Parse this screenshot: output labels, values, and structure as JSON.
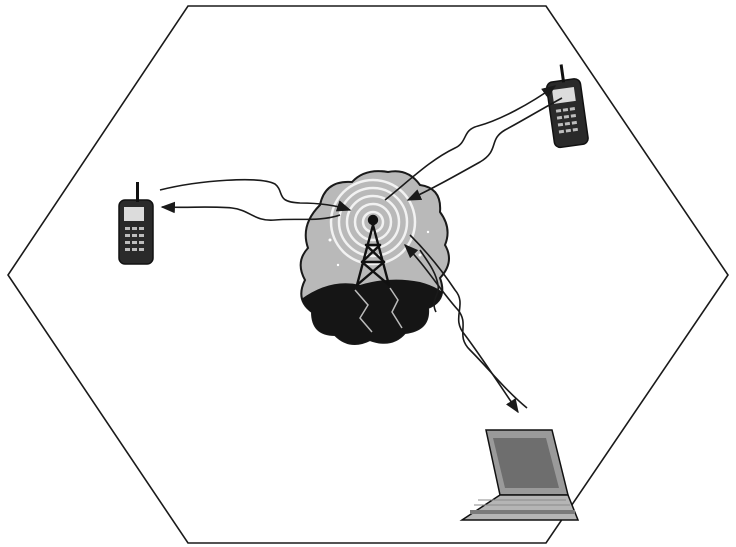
{
  "diagram": {
    "cell": {
      "shape": "hexagon",
      "outline_color": "#1a1a1a"
    },
    "base_station": {
      "icon": "cell-tower-icon",
      "cloud_color": "#b9b9b9",
      "ground_color": "#151515",
      "wave_color": "#f2f2f2"
    },
    "devices": [
      {
        "id": "phone-left",
        "icon": "mobile-phone-icon",
        "link": "bidirectional"
      },
      {
        "id": "phone-right",
        "icon": "mobile-phone-icon",
        "link": "bidirectional"
      },
      {
        "id": "laptop",
        "icon": "laptop-icon",
        "link": "bidirectional"
      }
    ],
    "colors": {
      "stroke": "#1a1a1a",
      "device_body": "#2a2a2a",
      "laptop_body": "#9a9a9a"
    }
  }
}
